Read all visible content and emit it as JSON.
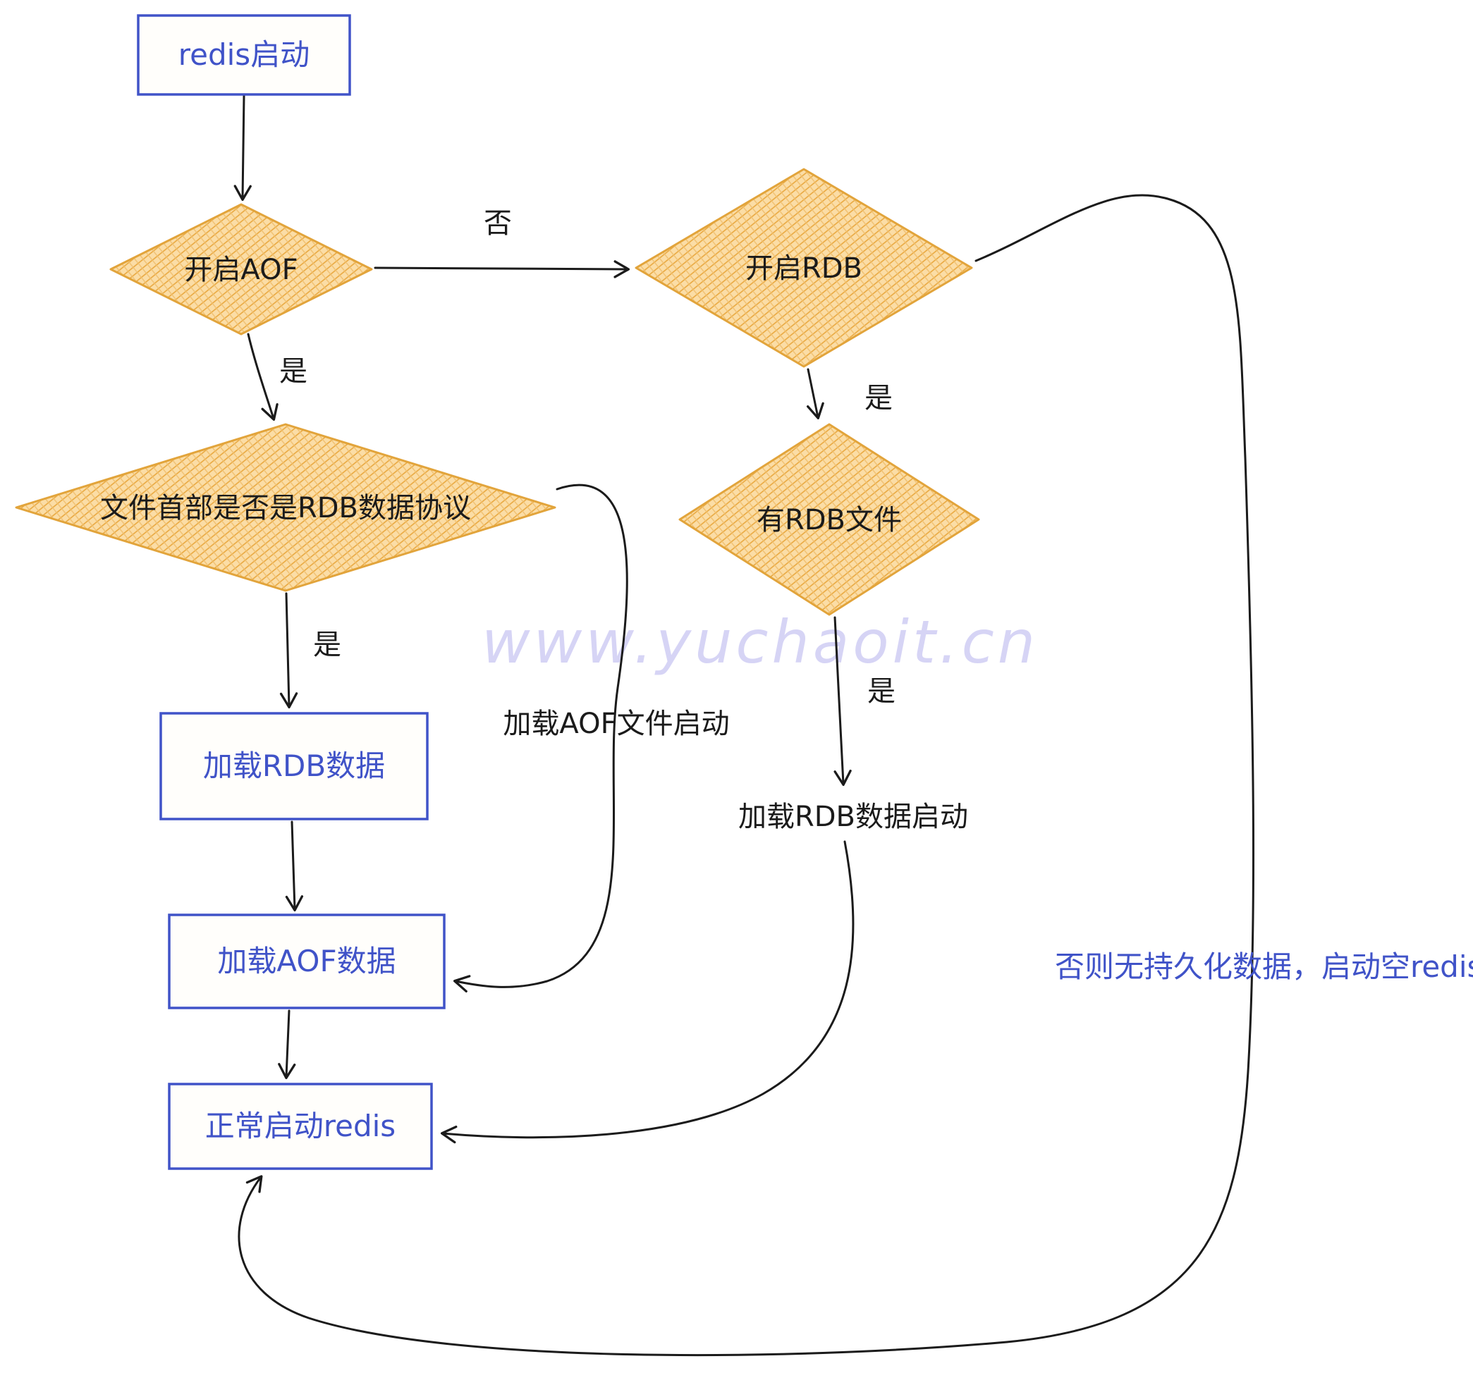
{
  "watermark": {
    "text": "www.yuchaoit.cn"
  },
  "nodes": {
    "start": {
      "type": "rect",
      "label": "redis启动"
    },
    "aof_enabled": {
      "type": "diamond",
      "label": "开启AOF"
    },
    "rdb_enabled": {
      "type": "diamond",
      "label": "开启RDB"
    },
    "header_is_rdb": {
      "type": "diamond",
      "label": "文件首部是否是RDB数据协议"
    },
    "has_rdb_file": {
      "type": "diamond",
      "label": "有RDB文件"
    },
    "load_rdb": {
      "type": "rect",
      "label": "加载RDB数据"
    },
    "load_aof": {
      "type": "rect",
      "label": "加载AOF数据"
    },
    "start_ok": {
      "type": "rect",
      "label": "正常启动redis"
    }
  },
  "edges": {
    "no": {
      "label": "否"
    },
    "yes_aof": {
      "label": "是"
    },
    "yes_rdb": {
      "label": "是"
    },
    "yes_header": {
      "label": "是"
    },
    "yes_rdb_file": {
      "label": "是"
    },
    "note_aof": {
      "label": "加载AOF文件启动"
    },
    "note_rdb": {
      "label": "加载RDB数据启动"
    },
    "note_empty": {
      "label": "否则无持久化数据，启动空redis"
    }
  },
  "colors": {
    "diamond_fill": "#fbdda6",
    "diamond_hatch_a": "#e9a83f",
    "diamond_hatch_b": "#f0c070",
    "diamond_stroke": "#e2a43b",
    "rect_stroke": "#4053c8",
    "rect_text": "#4053c8",
    "edge": "#1b1b1b",
    "note_blue": "#4053c8",
    "watermark": "#bcb9f0"
  }
}
